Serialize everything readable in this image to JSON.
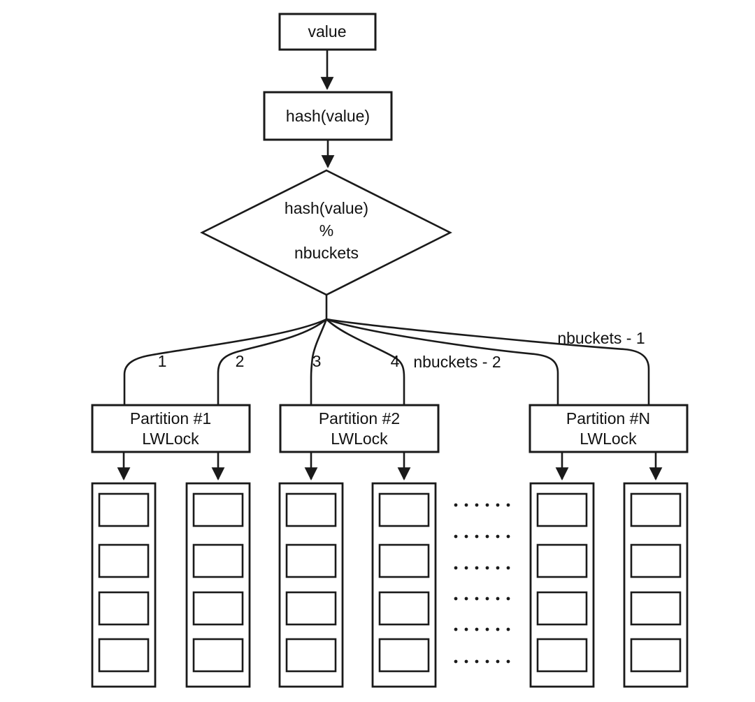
{
  "diagram": {
    "background": "#ffffff",
    "stroke_color": "#1a1a1a",
    "text_color": "#111111",
    "nodes": {
      "value": {
        "label": "value"
      },
      "hash": {
        "label": "hash(value)"
      },
      "mod": {
        "line1": "hash(value)",
        "line2": "%",
        "line3": "nbuckets"
      }
    },
    "edge_labels": [
      "1",
      "2",
      "3",
      "4",
      "nbuckets - 2",
      "nbuckets - 1"
    ],
    "partitions": [
      {
        "title": "Partition #1",
        "subtitle": "LWLock"
      },
      {
        "title": "Partition #2",
        "subtitle": "LWLock"
      },
      {
        "title": "Partition #N",
        "subtitle": "LWLock"
      }
    ],
    "buckets": {
      "columns": 6,
      "cells_per_column": 4
    },
    "ellipsis": {
      "rows": 6,
      "dots_per_row": 6
    }
  }
}
